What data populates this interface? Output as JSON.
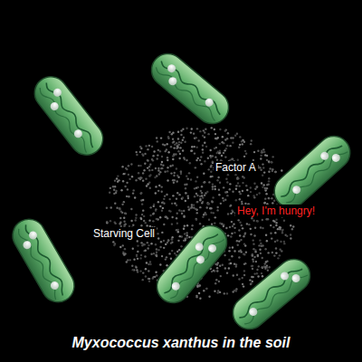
{
  "diagram": {
    "caption": "Myxococcus xanthus in the soil",
    "labels": [
      "Factor A",
      "Hey, I'm hungry!",
      "Starving Cell"
    ]
  }
}
